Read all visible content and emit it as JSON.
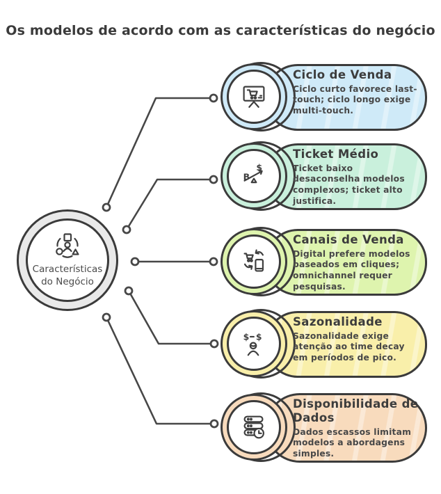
{
  "title": "Os modelos de acordo com as características do negócio",
  "hub": {
    "label": "Características do Negócio",
    "icon": "audience-segments-icon",
    "ring_color": "#e9e9e9"
  },
  "cards": [
    {
      "title": "Ciclo de Venda",
      "description": "Ciclo curto favorece last-touch; ciclo longo exige multi-touch.",
      "color": "#cfeaf8",
      "icon": "presentation-cart-icon"
    },
    {
      "title": "Ticket Médio",
      "description": "Ticket baixo desaconselha modelos complexos; ticket alto justifica.",
      "color": "#c9f0dc",
      "icon": "price-balance-icon"
    },
    {
      "title": "Canais de Venda",
      "description": "Digital prefere modelos baseados em cliques; omnichannel requer pesquisas.",
      "color": "#def4ae",
      "icon": "cart-phone-sync-icon"
    },
    {
      "title": "Sazonalidade",
      "description": "Sazonalidade exige atenção ao time decay em períodos de pico.",
      "color": "#f9efaa",
      "icon": "price-range-person-icon"
    },
    {
      "title": "Disponibilidade de Dados",
      "description": "Dados escassos limitam modelos a abordagens simples.",
      "color": "#f8dbbd",
      "icon": "database-clock-icon"
    }
  ],
  "style": {
    "outline_color": "#3b3b3b",
    "line_color": "#474747",
    "text_color": "#3d3d3d",
    "icon_stroke": "#3f3f3f"
  }
}
